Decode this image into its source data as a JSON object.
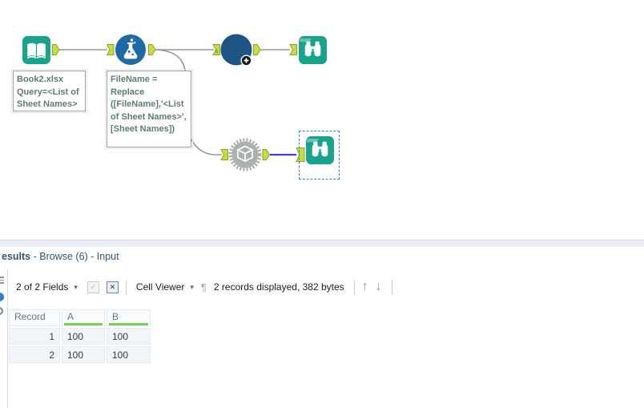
{
  "canvas": {
    "annotations": {
      "input": "Book2.xlsx\nQuery=<List of\nSheet Names>",
      "formula": "FileName =\nReplace\n([FileName],'<List\nof Sheet Names>',\n[Sheet Names])"
    },
    "macro_input_anchor_glyph": "¿",
    "macro_badge_glyph": "+"
  },
  "results": {
    "header": {
      "highlight": "esults",
      "rest": " - Browse (6) - Input"
    },
    "toolbar": {
      "fields_dropdown": "2 of 2 Fields",
      "cell_viewer_dropdown": "Cell Viewer",
      "records_info": "2 records displayed, 382 bytes",
      "caret": "▾",
      "check_glyph": "✓",
      "x_glyph": "✕",
      "pilcrow": "¶",
      "up_arrow": "↑",
      "down_arrow": "↓"
    },
    "table": {
      "columns": [
        "Record",
        "A",
        "B"
      ],
      "rows": [
        [
          "1",
          "100",
          "100"
        ],
        [
          "2",
          "100",
          "100"
        ]
      ]
    }
  },
  "colors": {
    "teal": "#18a48c",
    "formulaBlue": "#1e6aa7",
    "macroBlue": "#1f5585",
    "gearGray": "#a9b1b1",
    "anchorFill": "#c6dc40",
    "anchorStroke": "#8ba32d",
    "wire": "#979797",
    "wireSelected": "#3b43e8",
    "selection": "#2f80d8",
    "qualityGreen": "#79d153",
    "band": "#e9edf4",
    "headerText": "#33536f"
  }
}
